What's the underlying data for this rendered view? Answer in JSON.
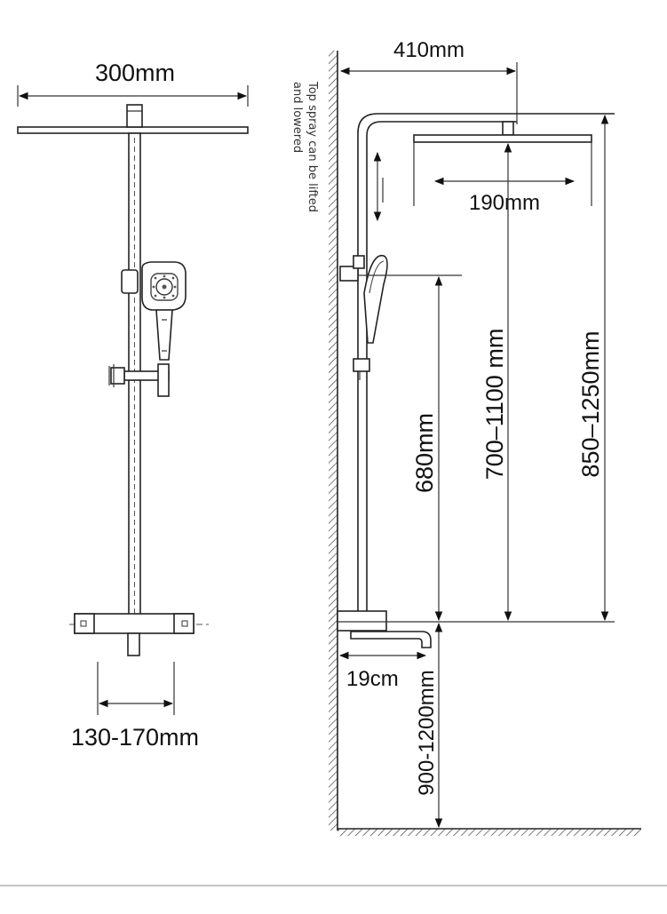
{
  "front_view": {
    "width_label": "300mm",
    "spacing_label": "130-170mm"
  },
  "side_view": {
    "note_line1": "Top spray can be lifted",
    "note_line2": "and lowered",
    "reach_label": "410mm",
    "head_label": "190mm",
    "holder_height_label": "680mm",
    "head_range_label": "700–1100 mm",
    "arm_range_label": "850–1250mm",
    "spout_label": "19cm",
    "floor_label": "900-1200mm"
  }
}
